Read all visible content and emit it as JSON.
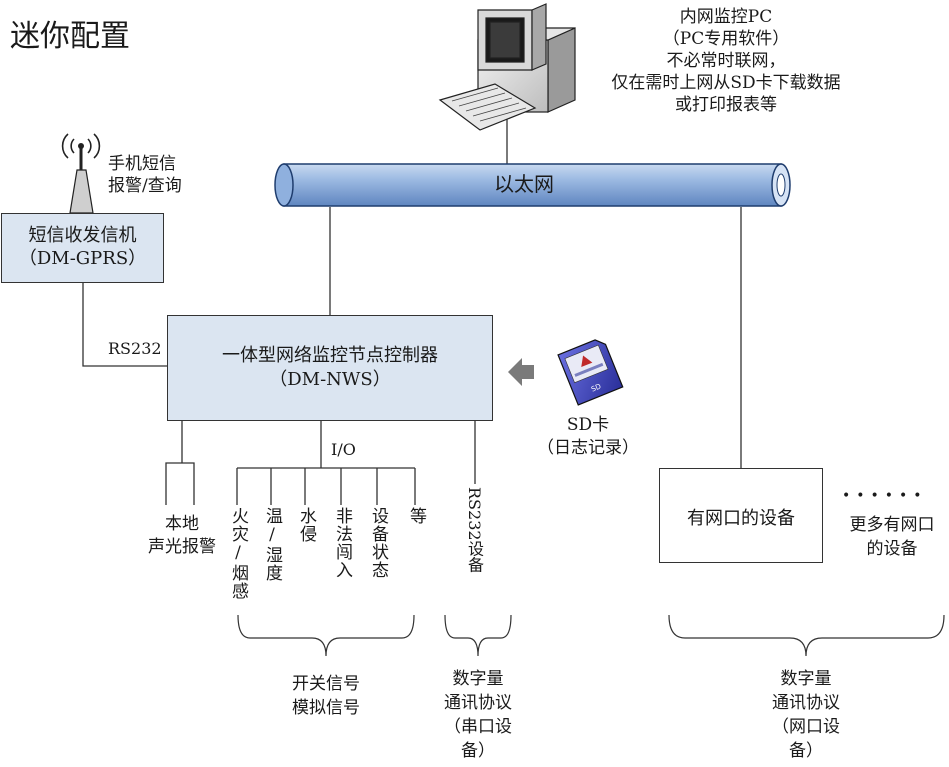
{
  "title": "迷你配置",
  "pc": {
    "icon": "desktop-computer-icon",
    "lines": [
      "内网监控PC",
      "（PC专用软件）",
      "不必常时联网，",
      "仅在需时上网从SD卡下载数据",
      "或打印报表等"
    ]
  },
  "sms": {
    "icon": "antenna-icon",
    "phone_lines": [
      "手机短信",
      "报警/查询"
    ],
    "box_lines": [
      "短信收发信机",
      "（DM-GPRS）"
    ],
    "link_label": "RS232"
  },
  "ethernet": {
    "label": "以太网"
  },
  "controller": {
    "lines": [
      "一体型网络监控节点控制器",
      "（DM-NWS）"
    ]
  },
  "sd_card": {
    "icon": "sd-card-icon",
    "arrow_icon": "arrow-left-icon",
    "lines": [
      "SD卡",
      "（日志记录）"
    ]
  },
  "local_alarm": {
    "lines": [
      "本地",
      "声光报警"
    ]
  },
  "io": {
    "label": "I/O",
    "items": [
      "火灾/烟感",
      "温/湿度",
      "水侵",
      "非法闯入",
      "设备状态",
      "等"
    ],
    "brace_lines": [
      "开关信号",
      "模拟信号"
    ]
  },
  "rs232_device": {
    "label": "RS232设备",
    "brace_lines": [
      "数字量",
      "通讯协议",
      "（串口设",
      "备）"
    ]
  },
  "net_device": {
    "box_label": "有网口的设备",
    "dots": "••••••",
    "more_lines": [
      "更多有网口",
      "的设备"
    ],
    "brace_lines": [
      "数字量",
      "通讯协议",
      "（网口设",
      "备）"
    ]
  }
}
